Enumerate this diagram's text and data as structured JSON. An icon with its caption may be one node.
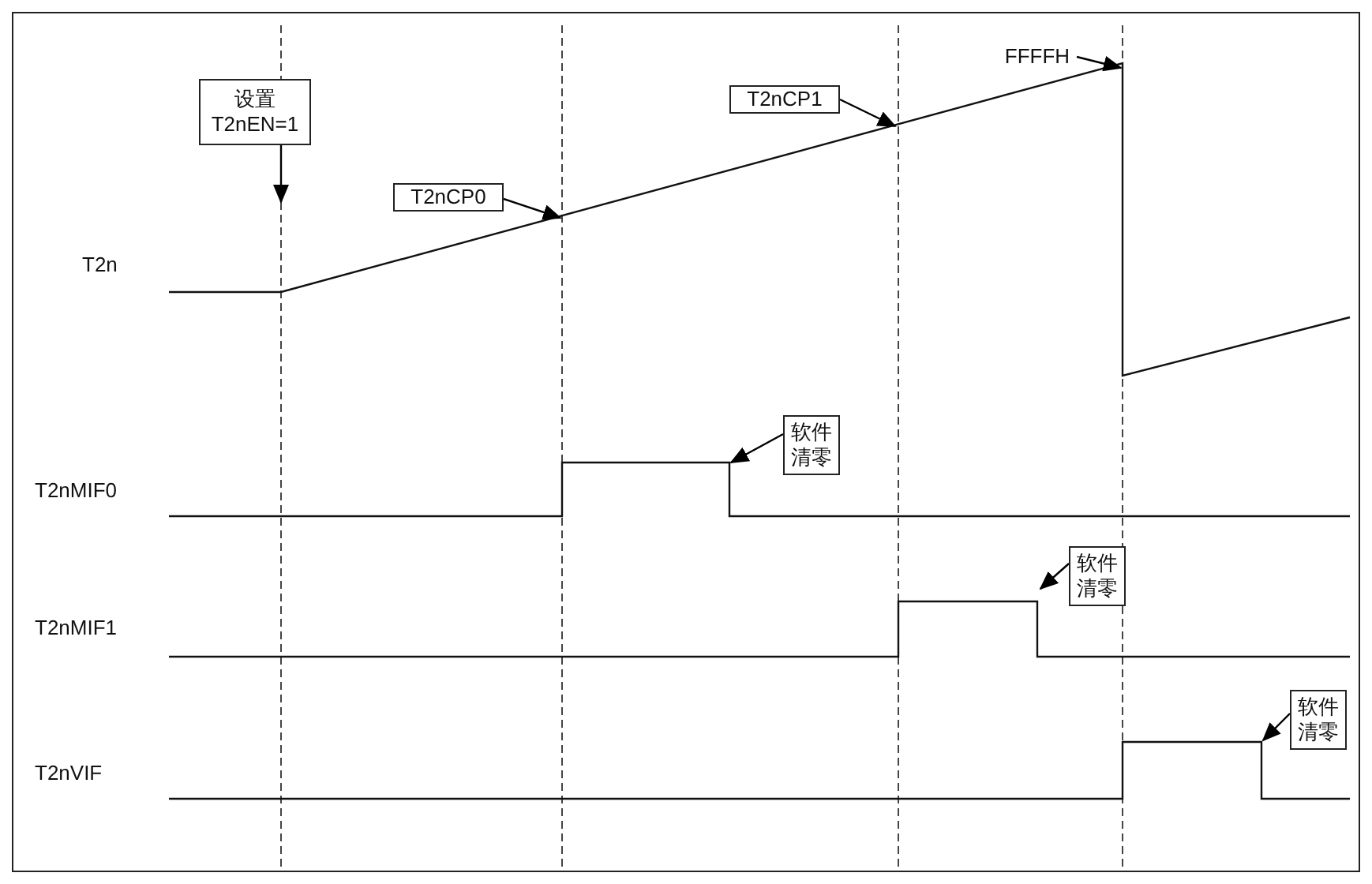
{
  "diagram": {
    "nodes": [
      {
        "text": [
          "设置 T2nEN=1"
        ]
      },
      {
        "text": [
          "T2nCP0"
        ]
      },
      {
        "text": [
          "T2nCP1"
        ]
      },
      {
        "text": [
          "FFFFH"
        ]
      },
      {
        "text": [
          "软件清零"
        ]
      },
      {
        "text": [
          "软件清零"
        ]
      },
      {
        "text": [
          "软件清零"
        ]
      }
    ],
    "edges": [
      {
        "from": 0,
        "to": null,
        "arrow": "to"
      },
      {
        "from": 1,
        "to": null,
        "arrow": "to"
      },
      {
        "from": 2,
        "to": null,
        "arrow": "to"
      },
      {
        "from": 3,
        "to": null,
        "arrow": "to"
      },
      {
        "from": 4,
        "to": null,
        "arrow": "to"
      },
      {
        "from": 5,
        "to": null,
        "arrow": "to"
      },
      {
        "from": 6,
        "to": null,
        "arrow": "to"
      }
    ],
    "labels": [
      "T2n",
      "T2nMIF0",
      "T2nMIF1",
      "T2nVIF"
    ]
  }
}
